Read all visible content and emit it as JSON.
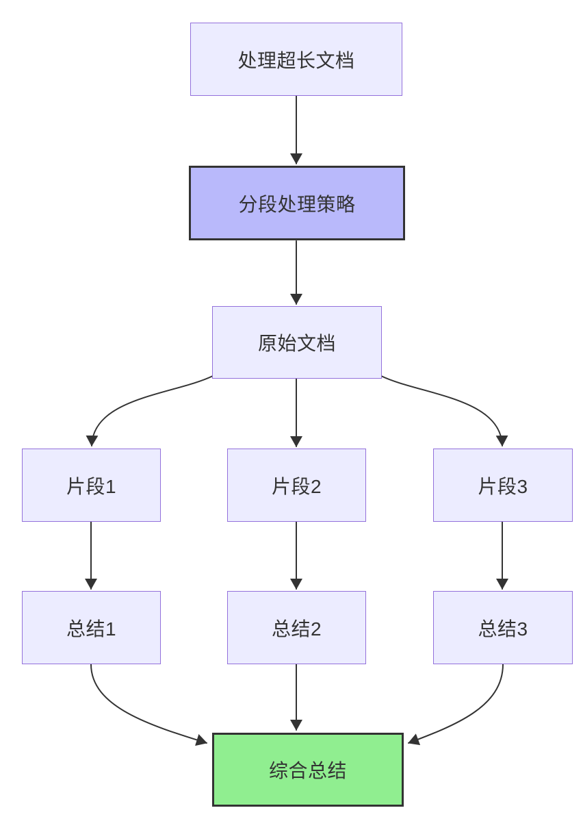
{
  "diagram": {
    "type": "flowchart",
    "direction": "top-down",
    "nodes": [
      {
        "id": "A",
        "label": "处理超长文档",
        "style": "default"
      },
      {
        "id": "B",
        "label": "分段处理策略",
        "style": "strategy"
      },
      {
        "id": "C",
        "label": "原始文档",
        "style": "default"
      },
      {
        "id": "D1",
        "label": "片段1",
        "style": "default"
      },
      {
        "id": "D2",
        "label": "片段2",
        "style": "default"
      },
      {
        "id": "D3",
        "label": "片段3",
        "style": "default"
      },
      {
        "id": "E1",
        "label": "总结1",
        "style": "default"
      },
      {
        "id": "E2",
        "label": "总结2",
        "style": "default"
      },
      {
        "id": "E3",
        "label": "总结3",
        "style": "default"
      },
      {
        "id": "F",
        "label": "综合总结",
        "style": "result"
      }
    ],
    "edges": [
      {
        "from": "A",
        "to": "B"
      },
      {
        "from": "B",
        "to": "C"
      },
      {
        "from": "C",
        "to": "D1"
      },
      {
        "from": "C",
        "to": "D2"
      },
      {
        "from": "C",
        "to": "D3"
      },
      {
        "from": "D1",
        "to": "E1"
      },
      {
        "from": "D2",
        "to": "E2"
      },
      {
        "from": "D3",
        "to": "E3"
      },
      {
        "from": "E1",
        "to": "F"
      },
      {
        "from": "E2",
        "to": "F"
      },
      {
        "from": "E3",
        "to": "F"
      }
    ],
    "colors": {
      "default_fill": "#ECECFF",
      "default_border": "#9370DB",
      "strategy_fill": "#B9B9FB",
      "strategy_border": "#333333",
      "result_fill": "#90EE90",
      "result_border": "#333333",
      "edge": "#333333",
      "text": "#333333",
      "background": "#FFFFFF"
    }
  }
}
